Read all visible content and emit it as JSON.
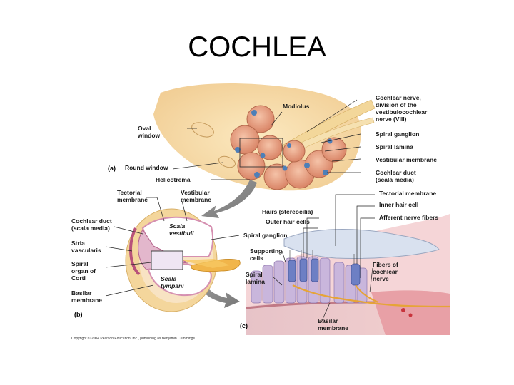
{
  "title": "COCHLEA",
  "panels": {
    "a": "(a)",
    "b": "(b)",
    "c": "(c)"
  },
  "labels_a": {
    "modiolus": "Modiolus",
    "cochlear_nerve_1": "Cochlear nerve,",
    "cochlear_nerve_2": "division of the",
    "cochlear_nerve_3": "vestibulocochlear",
    "cochlear_nerve_4": "nerve (VIII)",
    "oval_window_1": "Oval",
    "oval_window_2": "window",
    "spiral_ganglion": "Spiral ganglion",
    "spiral_lamina": "Spiral lamina",
    "vestibular_membrane": "Vestibular membrane",
    "round_window": "Round window",
    "cochlear_duct_1": "Cochlear duct",
    "cochlear_duct_2": "(scala media)",
    "helicotrema": "Helicotrema"
  },
  "labels_b": {
    "tectorial_membrane_1": "Tectorial",
    "tectorial_membrane_2": "membrane",
    "vestibular_membrane_1": "Vestibular",
    "vestibular_membrane_2": "membrane",
    "cochlear_duct_1": "Cochlear duct",
    "cochlear_duct_2": "(scala media)",
    "scala_vestibuli_1": "Scala",
    "scala_vestibuli_2": "vestibuli",
    "stria_1": "Stria",
    "stria_2": "vascularis",
    "spiral_organ_1": "Spiral",
    "spiral_organ_2": "organ of",
    "spiral_organ_3": "Corti",
    "scala_tympani_1": "Scala",
    "scala_tympani_2": "tympani",
    "basilar_1": "Basilar",
    "basilar_2": "membrane"
  },
  "labels_c": {
    "tectorial_membrane": "Tectorial membrane",
    "inner_hair_cell": "Inner hair cell",
    "hairs": "Hairs (stereocilia)",
    "afferent": "Afferent nerve fibers",
    "outer_hair_cells": "Outer hair cells",
    "spiral_ganglion": "Spiral ganglion",
    "supporting_1": "Supporting",
    "supporting_2": "cells",
    "fibers_1": "Fibers of",
    "fibers_2": "cochlear",
    "fibers_3": "nerve",
    "spiral_lamina_1": "Spiral",
    "spiral_lamina_2": "lamina",
    "basilar_1": "Basilar",
    "basilar_2": "membrane"
  },
  "copyright": "Copyright © 2004 Pearson Education, Inc., publishing as Benjamin Cummings."
}
